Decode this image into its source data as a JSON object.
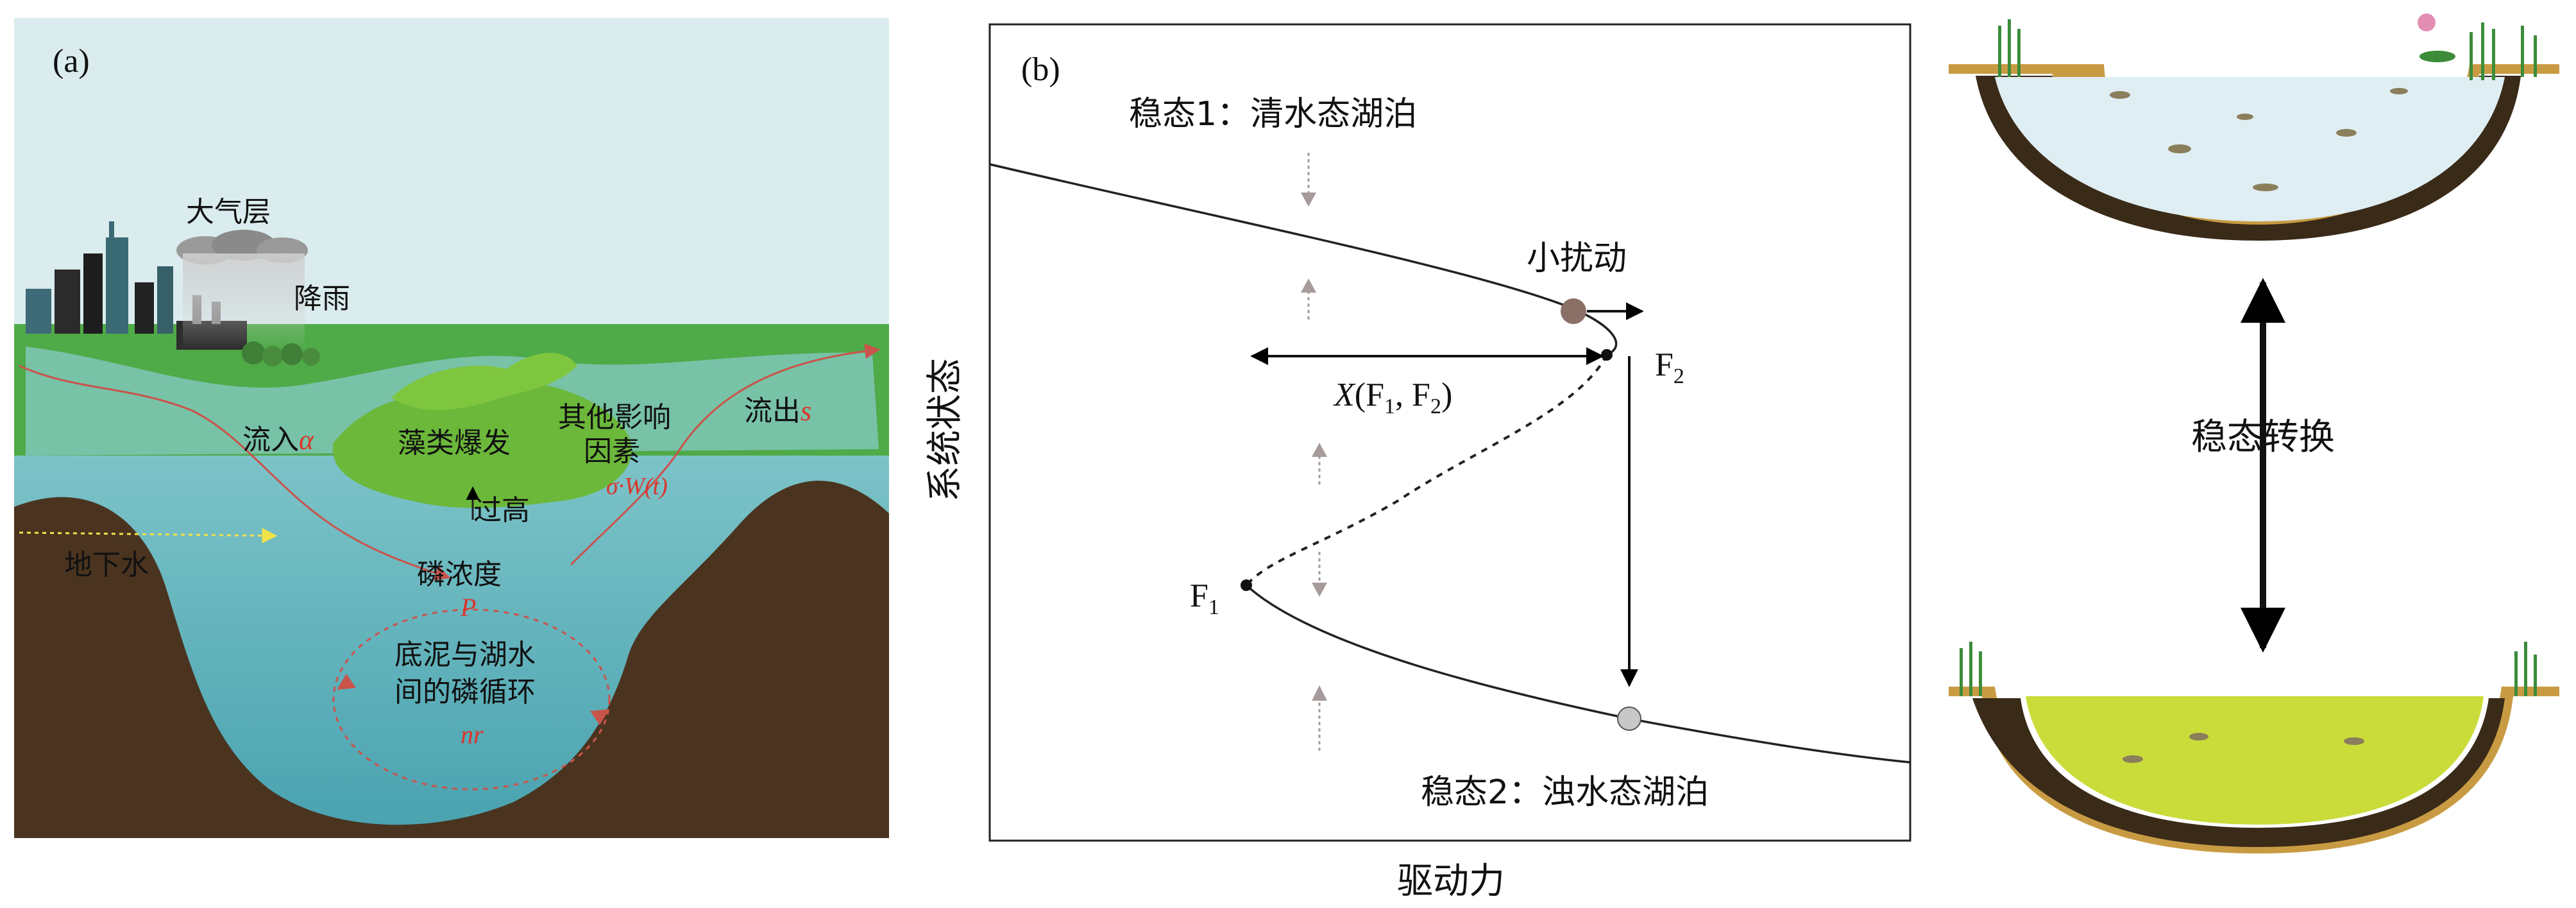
{
  "panel_a": {
    "label": "(a)",
    "atmosphere": "大气层",
    "rain": "降雨",
    "inflow": {
      "text": "流入",
      "symbol": "α"
    },
    "outflow": {
      "text": "流出",
      "symbol": "s"
    },
    "algae_bloom": "藻类爆发",
    "too_high": "过高",
    "other_factors_line1": "其他影响",
    "other_factors_line2": "因素",
    "noise_term": "σ·W(t)",
    "groundwater": "地下水",
    "phosphorus": "磷浓度",
    "phosphorus_symbol": "P",
    "cycle_line1": "底泥与湖水",
    "cycle_line2": "间的磷循环",
    "cycle_symbol": "nr"
  },
  "panel_b": {
    "label": "(b)",
    "state1": "稳态1：清水态湖泊",
    "state2": "稳态2：浊水态湖泊",
    "small_perturbation": "小扰动",
    "f1": "F",
    "f1_sub": "1",
    "f2": "F",
    "f2_sub": "2",
    "x_label_prefix": "X",
    "x_label_mid": "(F",
    "x_label_sep": ", F",
    "x_label_end": ")",
    "y_axis": "系统状态",
    "x_axis": "驱动力"
  },
  "panel_c": {
    "transition": "稳态转换"
  },
  "colors": {
    "sky": "#dbecee",
    "water": "#5fb2bd",
    "water_deep": "#3f9caa",
    "soil": "#4a3420",
    "grass": "#4faa48",
    "algae": "#6cb83a",
    "red_text": "#d9362c",
    "clear_lake": "#dfeef3",
    "turbid_lake": "#c9dc3a",
    "arrow_grey": "#a69a9a",
    "point_brown": "#8a6f66",
    "point_grey": "#c8c8c8"
  }
}
